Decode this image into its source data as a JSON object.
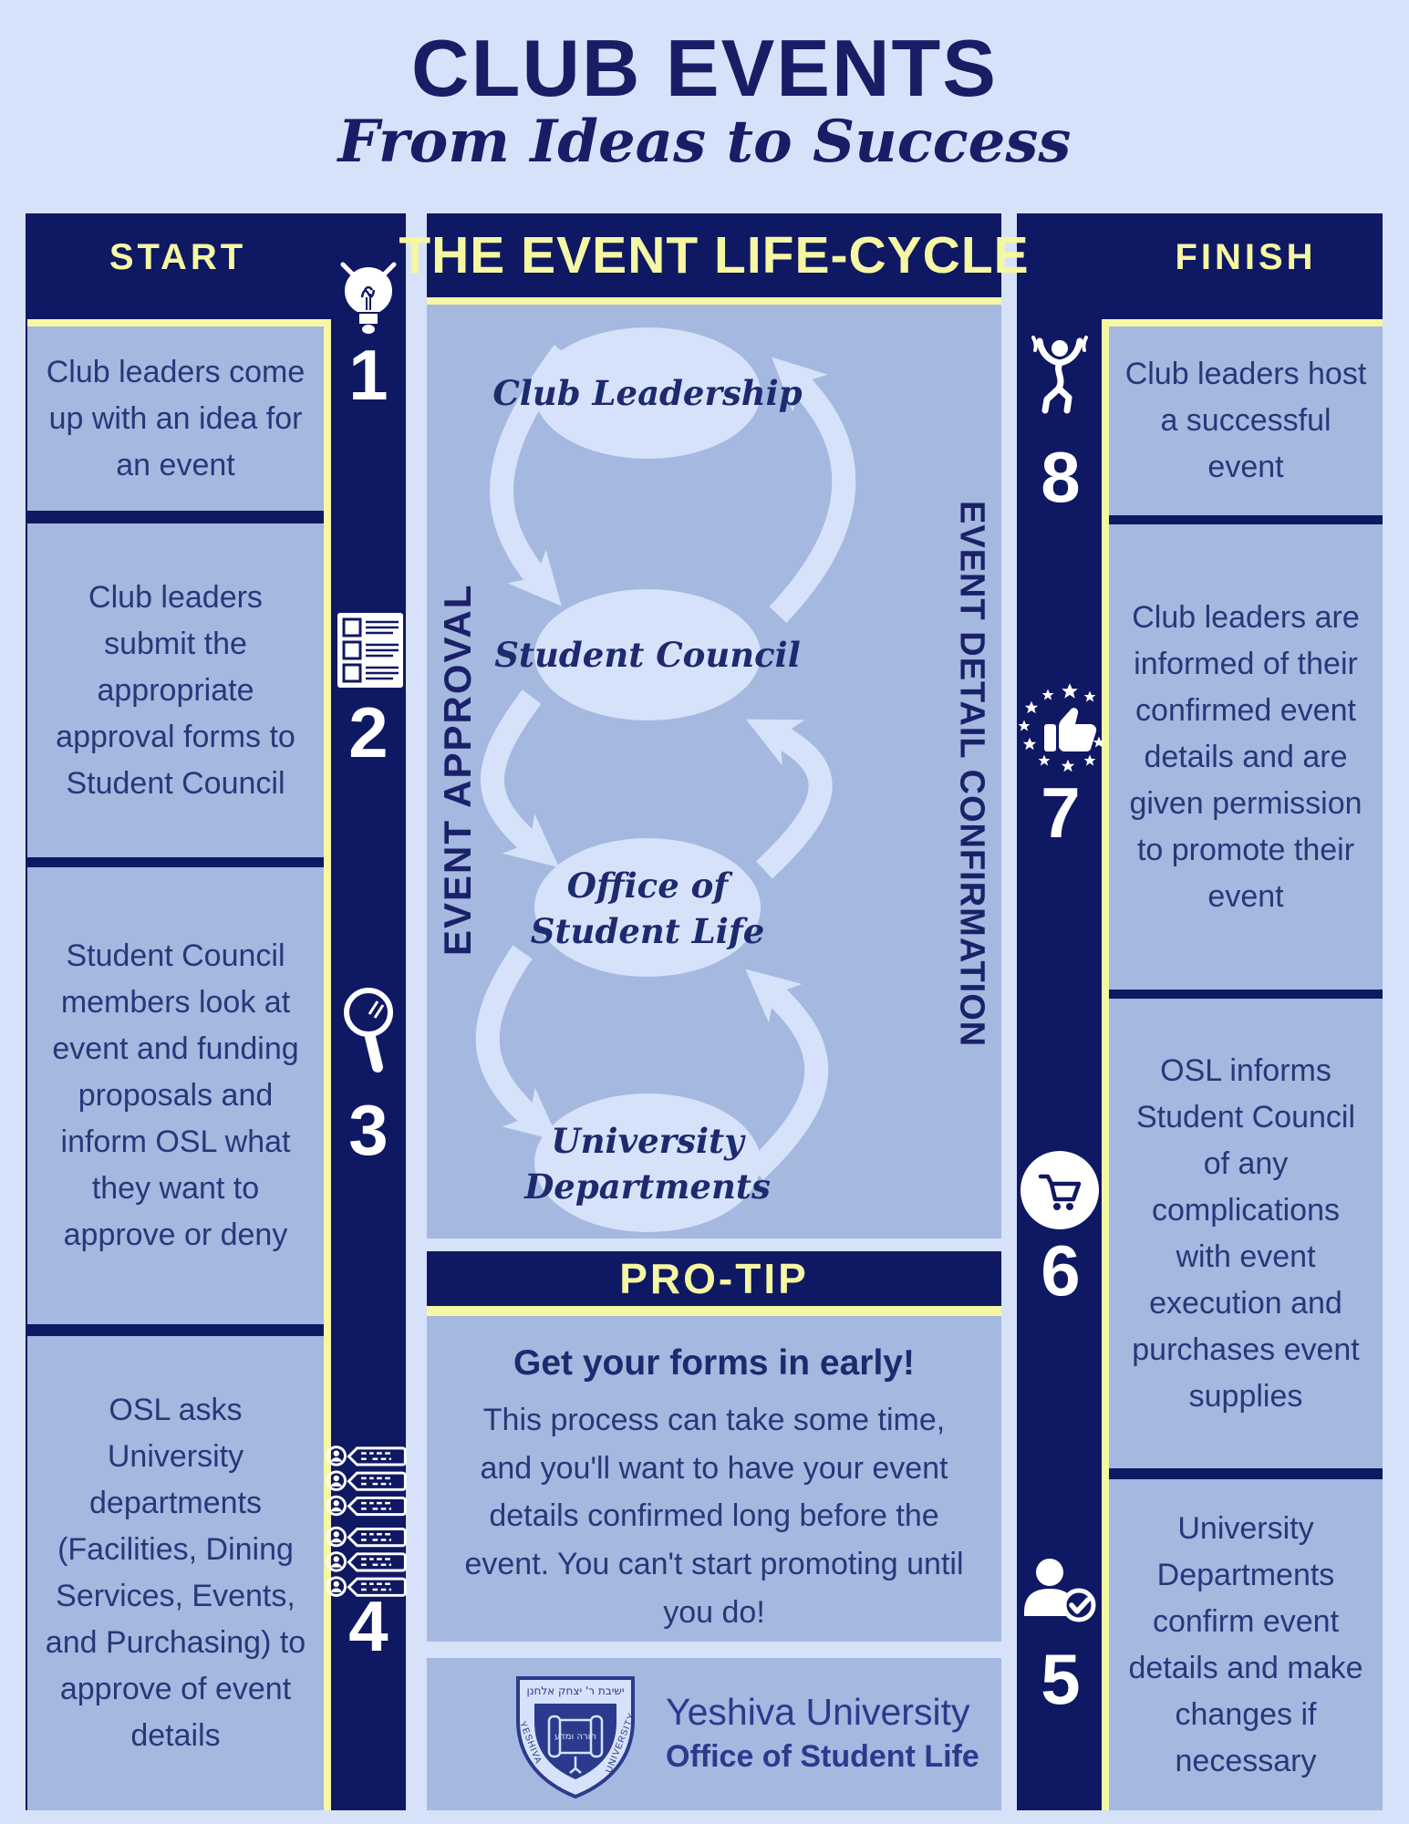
{
  "page": {
    "title": "CLUB EVENTS",
    "subtitle": "From Ideas to Success"
  },
  "colors": {
    "navy": "#0f1862",
    "pale_yellow": "#f5f7a3",
    "panel_blue": "#a4b8e0",
    "light_blue": "#d6e2fa",
    "text_navy": "#293779"
  },
  "start_column": {
    "header": "START",
    "steps": [
      {
        "number": "1",
        "icon": "lightbulb-icon",
        "text": "Club leaders come up with an idea for an event"
      },
      {
        "number": "2",
        "icon": "approval-form-icon",
        "text": "Club leaders submit the appropriate approval forms to Student Council"
      },
      {
        "number": "3",
        "icon": "magnifier-icon",
        "text": "Student Council members look at event and funding proposals and inform OSL what they want to approve or deny"
      },
      {
        "number": "4",
        "icon": "people-discussion-icon",
        "text": "OSL asks University departments (Facilities, Dining Services, Events, and Purchasing) to approve of event details"
      }
    ]
  },
  "finish_column": {
    "header": "FINISH",
    "steps": [
      {
        "number": "8",
        "icon": "celebrating-person-icon",
        "text": "Club leaders host a successful event"
      },
      {
        "number": "7",
        "icon": "thumbs-up-stars-icon",
        "text": "Club leaders are informed of their confirmed event details and are given permission to promote their event"
      },
      {
        "number": "6",
        "icon": "shopping-cart-icon",
        "text": "OSL informs Student Council of any complications with event execution and purchases event supplies"
      },
      {
        "number": "5",
        "icon": "person-check-icon",
        "text": "University Departments confirm event details and make changes if necessary"
      }
    ]
  },
  "cycle": {
    "header": "THE EVENT LIFE-CYCLE",
    "left_label": "EVENT APPROVAL",
    "right_label": "EVENT DETAIL CONFIRMATION",
    "nodes": [
      {
        "lines": [
          "Club Leadership"
        ]
      },
      {
        "lines": [
          "Student Council"
        ]
      },
      {
        "lines": [
          "Office of",
          "Student Life"
        ]
      },
      {
        "lines": [
          "University",
          "Departments"
        ]
      }
    ]
  },
  "protip": {
    "header": "PRO-TIP",
    "lead": "Get your forms in early!",
    "body": "This process can take some time, and you'll want to have your event details confirmed long before the event. You can't start promoting until you do!"
  },
  "footer": {
    "org": "Yeshiva University",
    "dept": "Office of Student Life",
    "shield_top": "ישיבת ר' יצחק אלחנן",
    "shield_left": "YESHIVA",
    "shield_right": "UNIVERSITY",
    "scroll_text": "תורה ומדע"
  }
}
